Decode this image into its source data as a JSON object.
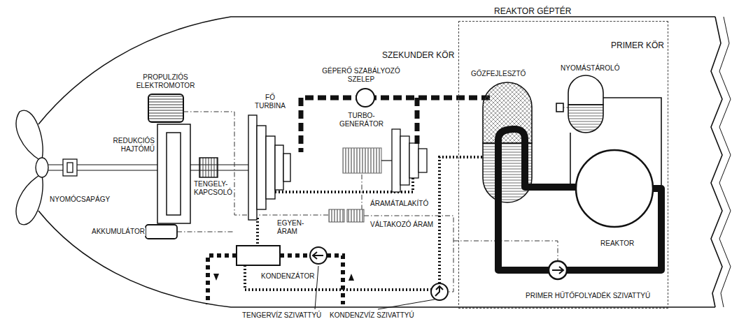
{
  "diagram": {
    "nodes": [
      {
        "text": [
          "REAKTOR GÉPTÉR"
        ]
      }
    ],
    "labels": [
      "SZEKUNDER KÖR",
      "PRIMER KÖR",
      "GÉPERŐ SZABÁLYOZÓ SZELEP",
      "PROPULZIÓS ELEKTROMOTOR",
      "GŐZFEJLESZTŐ",
      "NYOMÁSTÁROLÓ",
      "FŐ TURBINA",
      "TURBO- GENERÁTOR",
      "REDUKCIÓS HAJTÓMŰ",
      "TENGELY- KAPCSOLÓ",
      "NYOMÓCSAPÁGY",
      "AKKUMULÁTOR",
      "ÁRAMÁTALAKÍTÓ",
      "EGYEN- ÁRAM",
      "VÁLTAKOZÓ ÁRAM",
      "KONDENZÁTOR",
      "REAKTOR",
      "PRIMER HŰTŐFOLYADÉK SZIVATTYÚ",
      "TENGERVÍZ SZIVATTYÚ",
      "KONDENZVÍZ SZIVATTYÚ"
    ]
  }
}
